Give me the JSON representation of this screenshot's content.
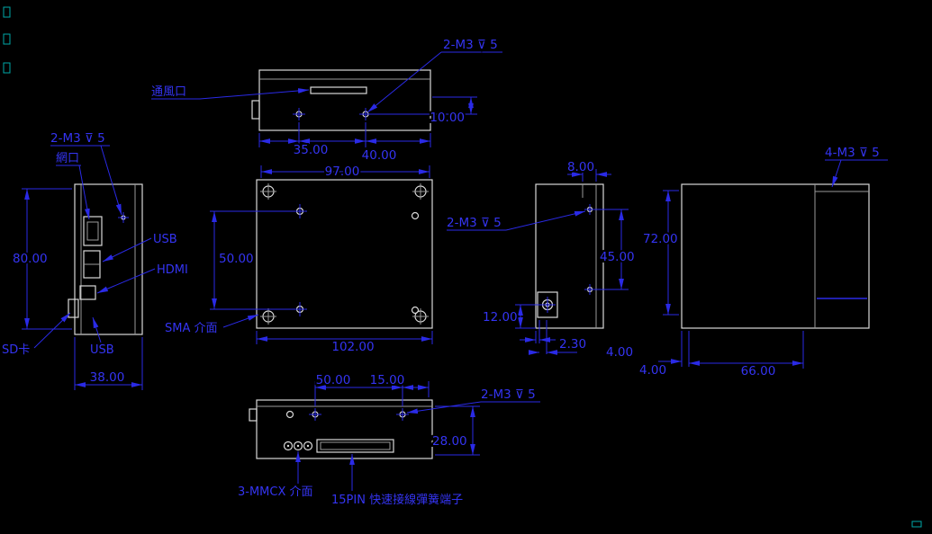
{
  "colors": {
    "background": "#000000",
    "outline": "#d9d9d9",
    "detail": "#9a9a9a",
    "dimension_blue": "#2a2ae6",
    "artifact_cyan": "#00a8a8"
  },
  "callouts": {
    "m3x2": "2-M3 ⊽ 5",
    "m3x4": "4-M3 ⊽ 5"
  },
  "labels": {
    "vent": "通風口",
    "lan_port": "網口",
    "usb_side": "USB",
    "hdmi": "HDMI",
    "sd_card": "SD卡",
    "usb_bottom": "USB",
    "sma": "SMA 介面",
    "mmcx": "3-MMCX 介面",
    "pin15": "15PIN 快速接線彈簧端子"
  },
  "dimensions": {
    "top_view": {
      "offset_a": "35.00",
      "offset_b": "40.00",
      "depth": "10.00"
    },
    "front_view": {
      "width": "97.00",
      "overall_width": "102.00",
      "hole_spacing": "50.00"
    },
    "left_view": {
      "height": "80.00",
      "depth": "38.00"
    },
    "rear_view": {
      "top_step": "8.00",
      "hole_spacing": "45.00",
      "sma_height": "12.00",
      "sma_offset": "2.30",
      "sma_width": "4.00"
    },
    "right_view": {
      "height": "72.00",
      "bottom_offset": "4.00",
      "length": "66.00"
    },
    "bottom_view": {
      "hole_span": "50.00",
      "edge_offset": "15.00",
      "height": "28.00"
    }
  }
}
